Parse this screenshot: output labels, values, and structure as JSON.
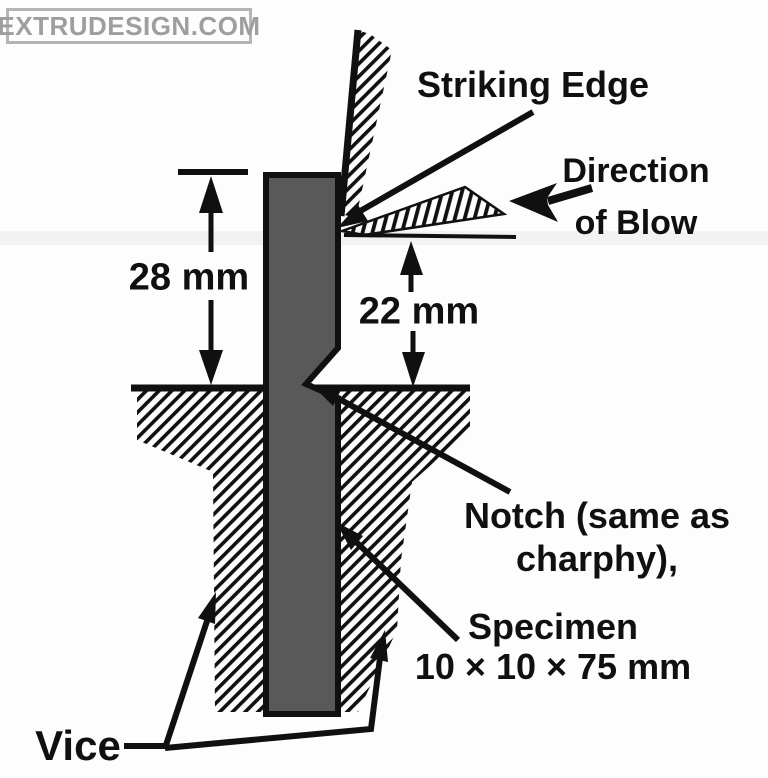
{
  "watermark": {
    "text": "EXTRUDESIGN.COM"
  },
  "figure": {
    "striking_edge_label": "Striking Edge",
    "direction_of_blow": {
      "line1": "Direction",
      "line2": "of Blow"
    },
    "dimensions": {
      "upper_height": "28 mm",
      "lower_height": "22 mm"
    },
    "notch_label": {
      "line1": "Notch (same as",
      "line2": "charphy),"
    },
    "specimen_label": {
      "line1": "Specimen",
      "line2": "10 × 10 × 75 mm"
    },
    "vice_label": "Vice"
  },
  "colors": {
    "ink": "#101010",
    "specimen_fill": "#595959",
    "watermark_gray": "#9e9e9e",
    "background": "#fdfdfd"
  }
}
